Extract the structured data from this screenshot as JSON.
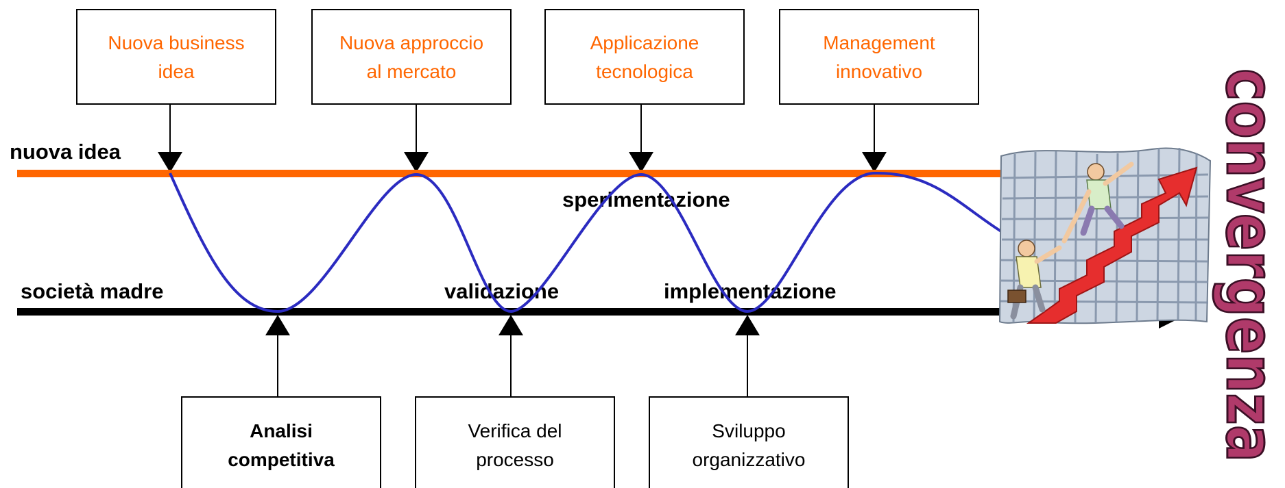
{
  "colors": {
    "orange": "#ff6600",
    "black": "#000000",
    "wave": "#2b2bc0",
    "box_border": "#000000",
    "top_box_text": "#ff6600",
    "side_word_fill": "#b03a6a",
    "side_word_stroke": "#3a0f25"
  },
  "lines": {
    "top_label": "nuova idea",
    "bottom_label": "società madre"
  },
  "phases": {
    "p1": "sperimentazione",
    "p2": "validazione",
    "p3": "implementazione"
  },
  "top_boxes": [
    {
      "line1": "Nuova business",
      "line2": "idea"
    },
    {
      "line1": "Nuova approccio",
      "line2": "al mercato"
    },
    {
      "line1": "Applicazione",
      "line2": "tecnologica"
    },
    {
      "line1": "Management",
      "line2": "innovativo"
    }
  ],
  "bottom_boxes": [
    {
      "line1": "Analisi",
      "line2": "competitiva"
    },
    {
      "line1": "Verifica del",
      "line2": "processo"
    },
    {
      "line1": "Sviluppo",
      "line2": "organizzativo"
    }
  ],
  "side_word": "convergenza",
  "illustration_icon": "people-climbing-arrow-icon"
}
